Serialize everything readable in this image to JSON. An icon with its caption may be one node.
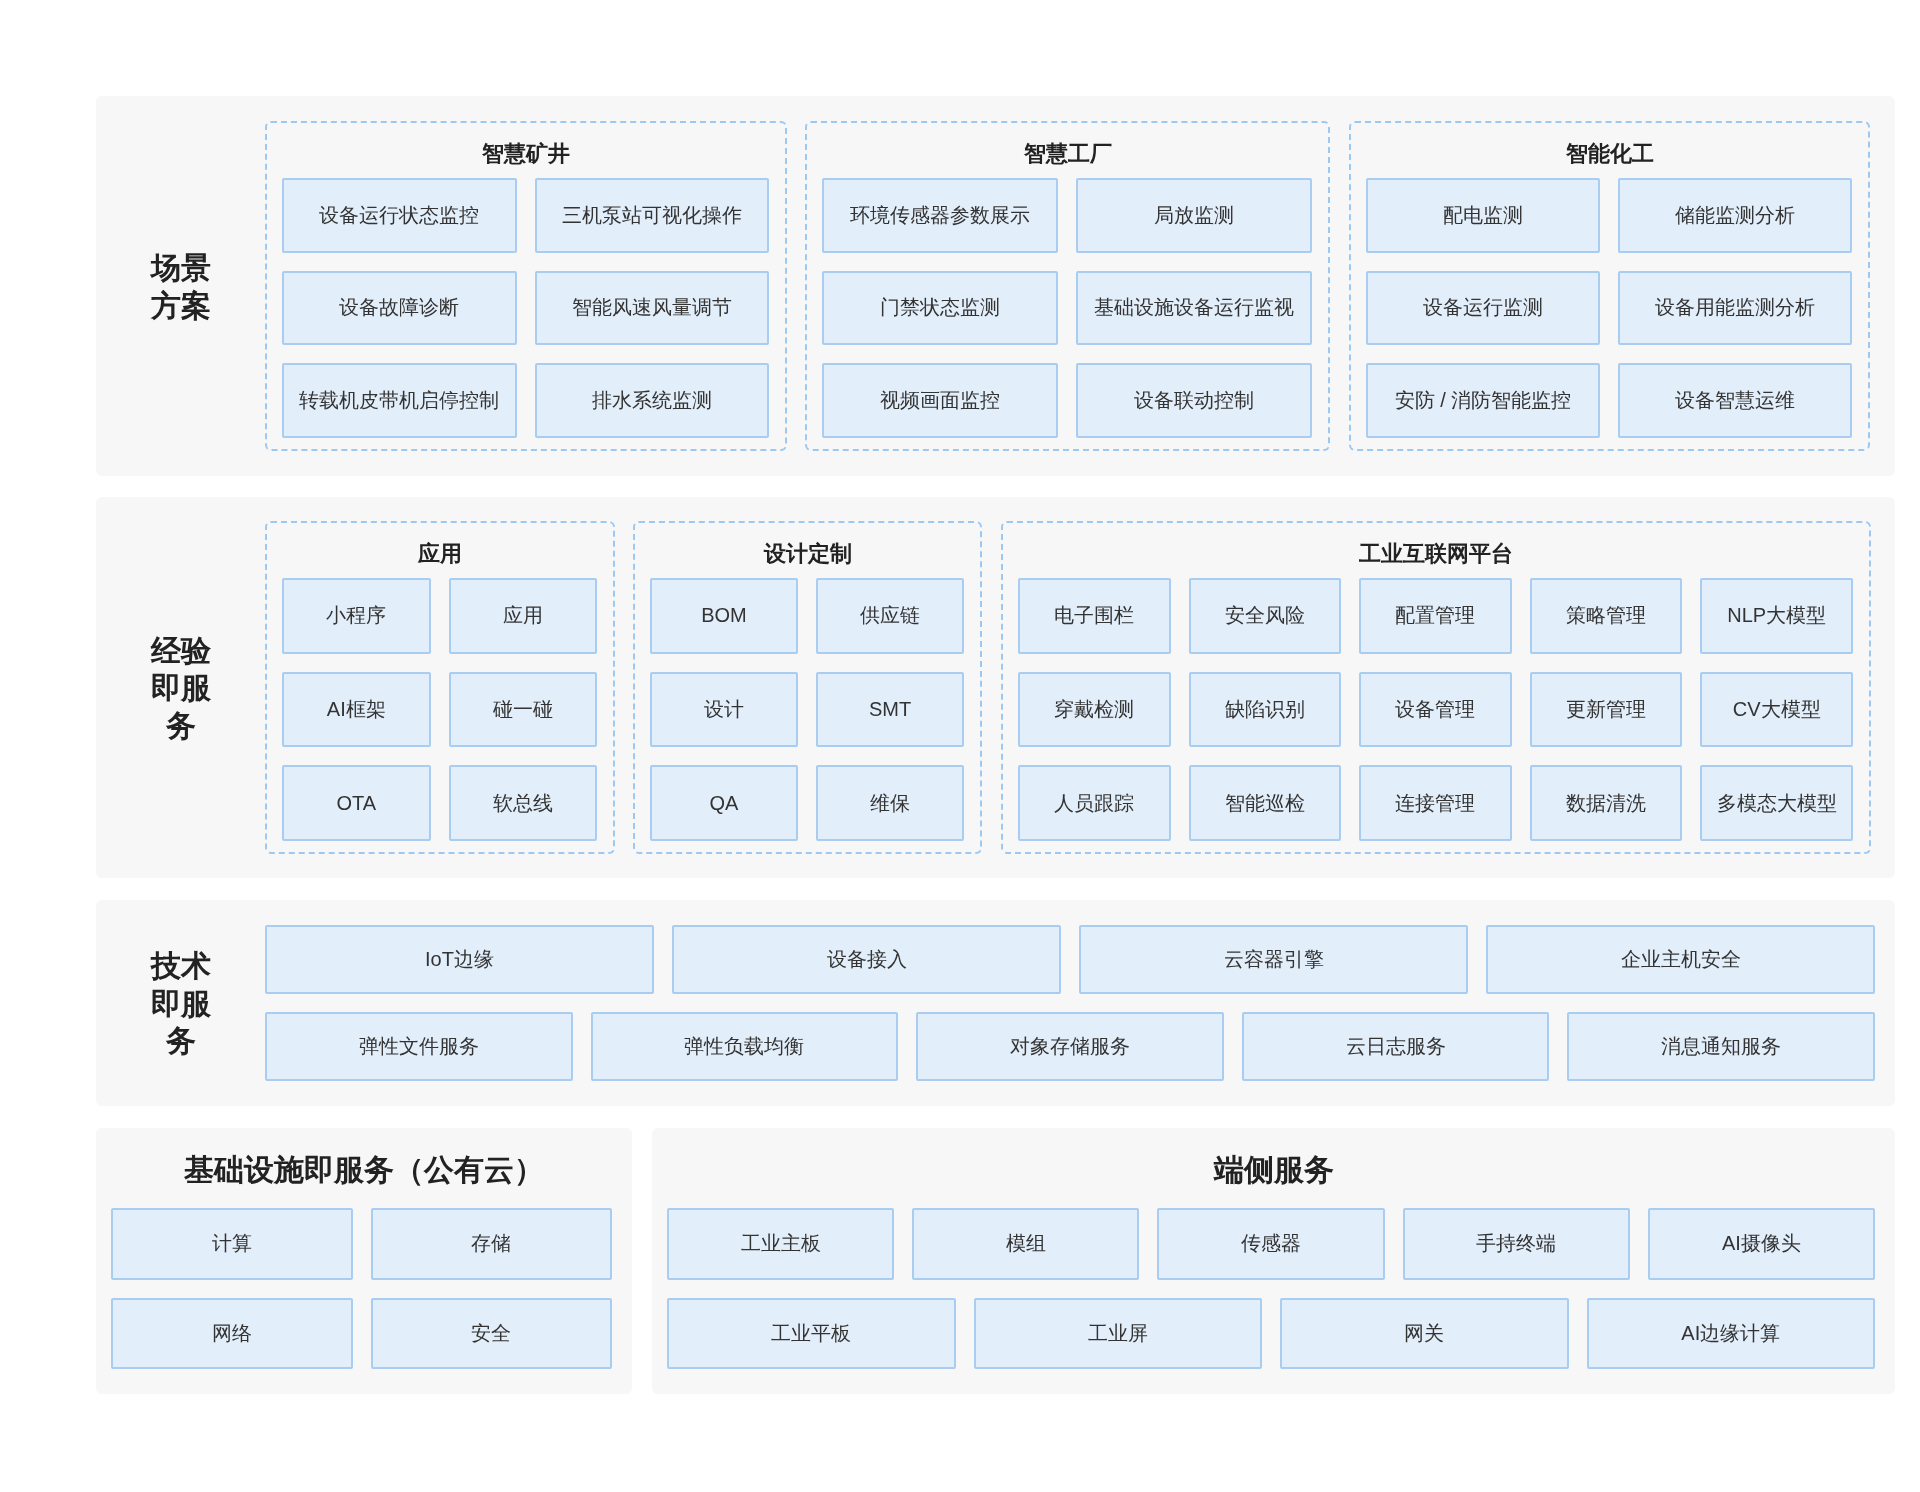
{
  "diagram": {
    "nodes": [
      {
        "text": [
          "场景方案"
        ]
      },
      {
        "text": [
          "智慧矿井"
        ],
        "in": 0
      },
      {
        "text": [
          "设备运行状态监控"
        ],
        "in": 1
      },
      {
        "text": [
          "三机泵站可视化操作"
        ],
        "in": 1
      },
      {
        "text": [
          "设备故障诊断"
        ],
        "in": 1
      },
      {
        "text": [
          "智能风速风量调节"
        ],
        "in": 1
      },
      {
        "text": [
          "转载机皮带机启停控制"
        ],
        "in": 1
      },
      {
        "text": [
          "排水系统监测"
        ],
        "in": 1
      },
      {
        "text": [
          "智慧工厂"
        ],
        "in": 0
      },
      {
        "text": [
          "环境传感器参数展示"
        ],
        "in": 8
      },
      {
        "text": [
          "局放监测"
        ],
        "in": 8
      },
      {
        "text": [
          "门禁状态监测"
        ],
        "in": 8
      },
      {
        "text": [
          "基础设施设备运行监视"
        ],
        "in": 8
      },
      {
        "text": [
          "视频画面监控"
        ],
        "in": 8
      },
      {
        "text": [
          "设备联动控制"
        ],
        "in": 8
      },
      {
        "text": [
          "智能化工"
        ],
        "in": 0
      },
      {
        "text": [
          "配电监测"
        ],
        "in": 15
      },
      {
        "text": [
          "储能监测分析"
        ],
        "in": 15
      },
      {
        "text": [
          "设备运行监测"
        ],
        "in": 15
      },
      {
        "text": [
          "设备用能监测分析"
        ],
        "in": 15
      },
      {
        "text": [
          "安防 / 消防智能监控"
        ],
        "in": 15
      },
      {
        "text": [
          "设备智慧运维"
        ],
        "in": 15
      },
      {
        "text": [
          "经验即服务"
        ]
      },
      {
        "text": [
          "应用"
        ],
        "in": 22
      },
      {
        "text": [
          "小程序"
        ],
        "in": 23
      },
      {
        "text": [
          "应用"
        ],
        "in": 23
      },
      {
        "text": [
          "AI框架"
        ],
        "in": 23
      },
      {
        "text": [
          "碰一碰"
        ],
        "in": 23
      },
      {
        "text": [
          "OTA"
        ],
        "in": 23
      },
      {
        "text": [
          "软总线"
        ],
        "in": 23
      },
      {
        "text": [
          "设计定制"
        ],
        "in": 22
      },
      {
        "text": [
          "BOM"
        ],
        "in": 30
      },
      {
        "text": [
          "供应链"
        ],
        "in": 30
      },
      {
        "text": [
          "设计"
        ],
        "in": 30
      },
      {
        "text": [
          "SMT"
        ],
        "in": 30
      },
      {
        "text": [
          "QA"
        ],
        "in": 30
      },
      {
        "text": [
          "维保"
        ],
        "in": 30
      },
      {
        "text": [
          "工业互联网平台"
        ],
        "in": 22
      },
      {
        "text": [
          "电子围栏"
        ],
        "in": 37
      },
      {
        "text": [
          "安全风险"
        ],
        "in": 37
      },
      {
        "text": [
          "配置管理"
        ],
        "in": 37
      },
      {
        "text": [
          "策略管理"
        ],
        "in": 37
      },
      {
        "text": [
          "NLP大模型"
        ],
        "in": 37
      },
      {
        "text": [
          "穿戴检测"
        ],
        "in": 37
      },
      {
        "text": [
          "缺陷识别"
        ],
        "in": 37
      },
      {
        "text": [
          "设备管理"
        ],
        "in": 37
      },
      {
        "text": [
          "更新管理"
        ],
        "in": 37
      },
      {
        "text": [
          "CV大模型"
        ],
        "in": 37
      },
      {
        "text": [
          "人员跟踪"
        ],
        "in": 37
      },
      {
        "text": [
          "智能巡检"
        ],
        "in": 37
      },
      {
        "text": [
          "连接管理"
        ],
        "in": 37
      },
      {
        "text": [
          "数据清洗"
        ],
        "in": 37
      },
      {
        "text": [
          "多模态大模型"
        ],
        "in": 37
      },
      {
        "text": [
          "技术即服务"
        ]
      },
      {
        "text": [
          "IoT边缘"
        ],
        "in": 53
      },
      {
        "text": [
          "设备接入"
        ],
        "in": 53
      },
      {
        "text": [
          "云容器引擎"
        ],
        "in": 53
      },
      {
        "text": [
          "企业主机安全"
        ],
        "in": 53
      },
      {
        "text": [
          "弹性文件服务"
        ],
        "in": 53
      },
      {
        "text": [
          "弹性负载均衡"
        ],
        "in": 53
      },
      {
        "text": [
          "对象存储服务"
        ],
        "in": 53
      },
      {
        "text": [
          "云日志服务"
        ],
        "in": 53
      },
      {
        "text": [
          "消息通知服务"
        ],
        "in": 53
      },
      {
        "text": [
          "基础设施即服务（公有云）"
        ]
      },
      {
        "text": [
          "计算"
        ],
        "in": 63
      },
      {
        "text": [
          "存储"
        ],
        "in": 63
      },
      {
        "text": [
          "网络"
        ],
        "in": 63
      },
      {
        "text": [
          "安全"
        ],
        "in": 63
      },
      {
        "text": [
          "端侧服务"
        ]
      },
      {
        "text": [
          "工业主板"
        ],
        "in": 68
      },
      {
        "text": [
          "模组"
        ],
        "in": 68
      },
      {
        "text": [
          "传感器"
        ],
        "in": 68
      },
      {
        "text": [
          "手持终端"
        ],
        "in": 68
      },
      {
        "text": [
          "AI摄像头"
        ],
        "in": 68
      },
      {
        "text": [
          "工业平板"
        ],
        "in": 68
      },
      {
        "text": [
          "工业屏"
        ],
        "in": 68
      },
      {
        "text": [
          "网关"
        ],
        "in": 68
      },
      {
        "text": [
          "AI边缘计算"
        ],
        "in": 68
      }
    ],
    "edges": []
  }
}
